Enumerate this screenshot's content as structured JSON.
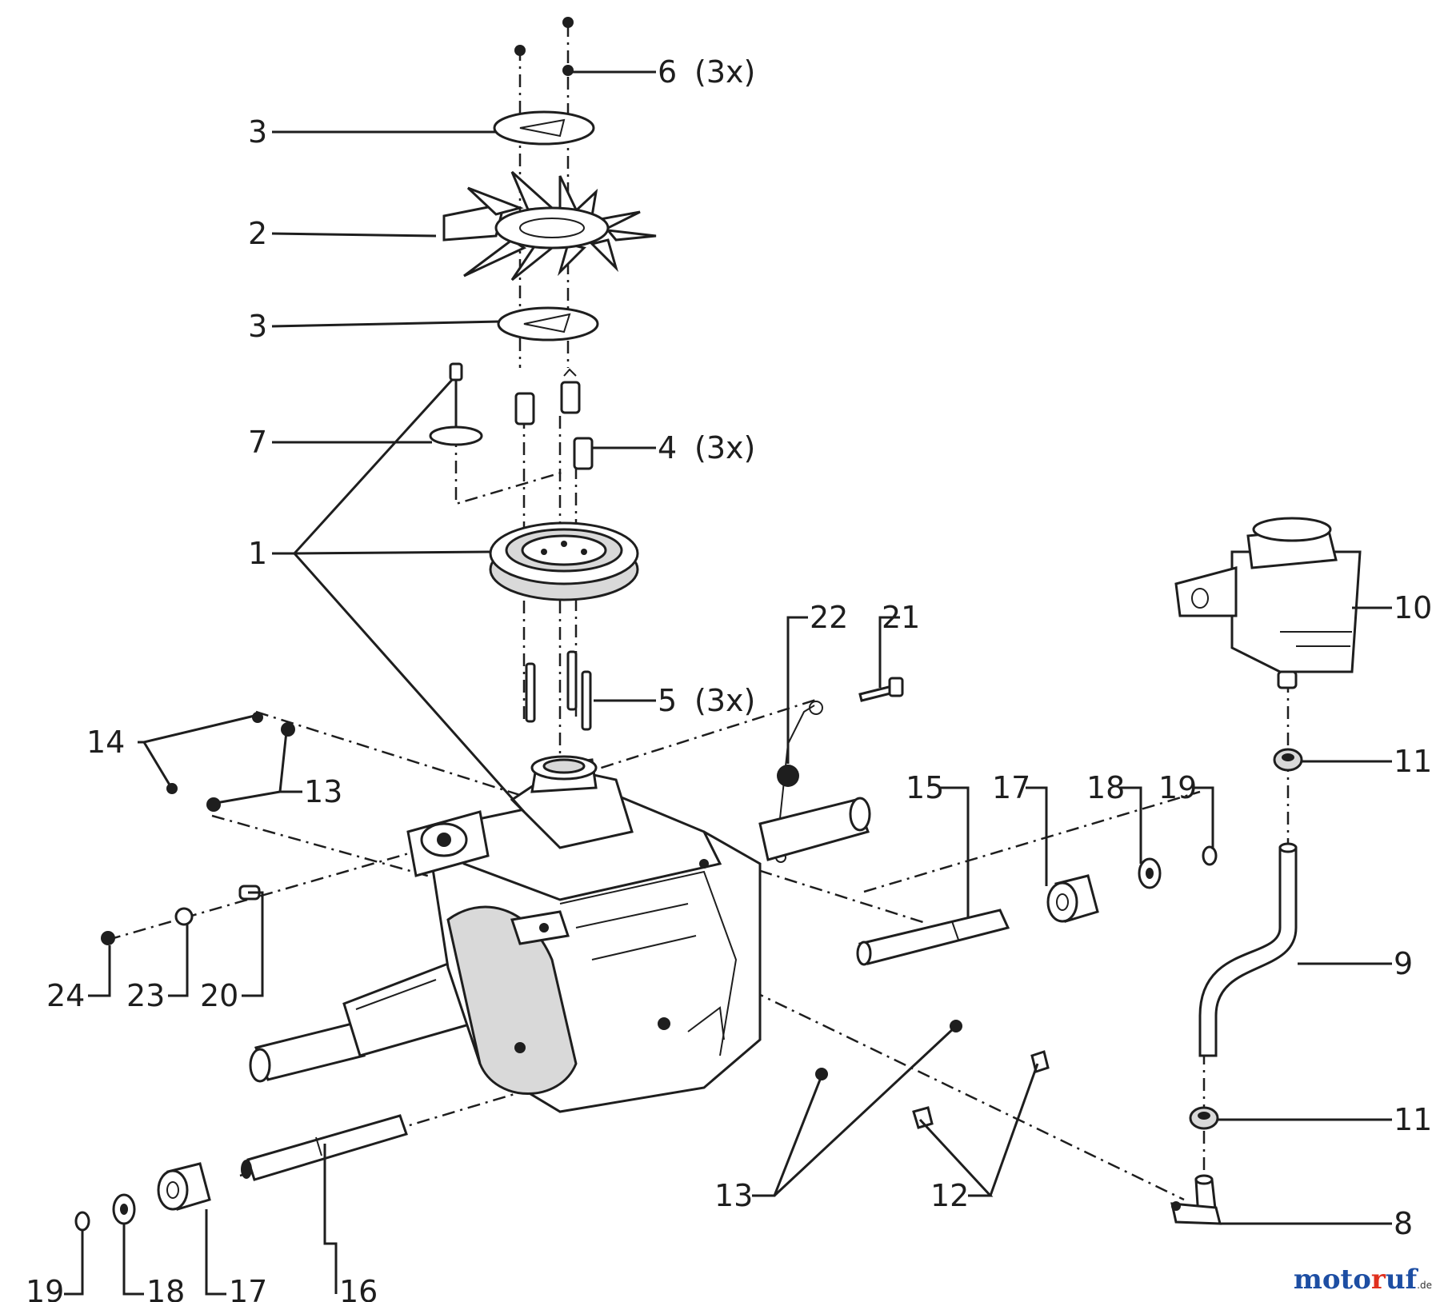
{
  "labels": {
    "l1": "1",
    "l2": "2",
    "l3a": "3",
    "l3b": "3",
    "l4": "4",
    "l4q": "(3x)",
    "l5": "5",
    "l5q": "(3x)",
    "l6": "6",
    "l6q": "(3x)",
    "l7": "7",
    "l8": "8",
    "l9": "9",
    "l10": "10",
    "l11a": "11",
    "l11b": "11",
    "l12": "12",
    "l13a": "13",
    "l13b": "13",
    "l14": "14",
    "l15": "15",
    "l16": "16",
    "l17a": "17",
    "l17b": "17",
    "l18a": "18",
    "l18b": "18",
    "l19a": "19",
    "l19b": "19",
    "l20": "20",
    "l21": "21",
    "l22": "22",
    "l23": "23",
    "l24": "24"
  },
  "watermark": {
    "part1": "moto",
    "part2": "r",
    "part3": "uf",
    "tld": ".de"
  },
  "colors": {
    "ink": "#1e1e1e",
    "brand_blue": "#1d4ea3",
    "brand_red": "#e0301e"
  }
}
